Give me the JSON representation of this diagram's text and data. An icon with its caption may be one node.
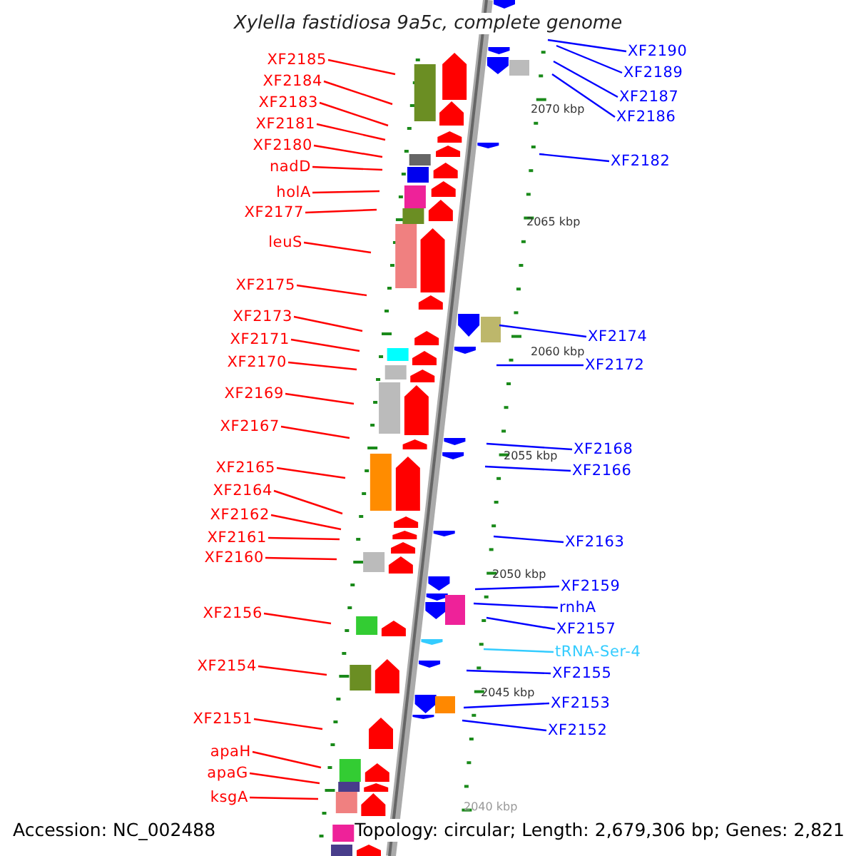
{
  "diagram": {
    "title": "Xylella fastidiosa 9a5c, complete genome",
    "nodes": [
      {
        "text": [
          "XF2185"
        ]
      },
      {
        "text": [
          "XF2184"
        ]
      },
      {
        "text": [
          "XF2183"
        ]
      },
      {
        "text": [
          "XF2181"
        ]
      },
      {
        "text": [
          "XF2180"
        ]
      },
      {
        "text": [
          "nadD"
        ]
      },
      {
        "text": [
          "holA"
        ]
      },
      {
        "text": [
          "XF2177"
        ]
      },
      {
        "text": [
          "leuS"
        ]
      },
      {
        "text": [
          "XF2175"
        ]
      },
      {
        "text": [
          "XF2173"
        ]
      },
      {
        "text": [
          "XF2171"
        ]
      },
      {
        "text": [
          "XF2170"
        ]
      },
      {
        "text": [
          "XF2169"
        ]
      },
      {
        "text": [
          "XF2167"
        ]
      },
      {
        "text": [
          "XF2165"
        ]
      },
      {
        "text": [
          "XF2164"
        ]
      },
      {
        "text": [
          "XF2162"
        ]
      },
      {
        "text": [
          "XF2161"
        ]
      },
      {
        "text": [
          "XF2160"
        ]
      },
      {
        "text": [
          "XF2156"
        ]
      },
      {
        "text": [
          "XF2154"
        ]
      },
      {
        "text": [
          "XF2151"
        ]
      },
      {
        "text": [
          "apaH"
        ]
      },
      {
        "text": [
          "apaG"
        ]
      },
      {
        "text": [
          "ksgA"
        ]
      },
      {
        "text": [
          "XF2190"
        ]
      },
      {
        "text": [
          "XF2189"
        ]
      },
      {
        "text": [
          "XF2187"
        ]
      },
      {
        "text": [
          "XF2186"
        ]
      },
      {
        "text": [
          "XF2182"
        ]
      },
      {
        "text": [
          "XF2174"
        ]
      },
      {
        "text": [
          "XF2172"
        ]
      },
      {
        "text": [
          "XF2168"
        ]
      },
      {
        "text": [
          "XF2166"
        ]
      },
      {
        "text": [
          "XF2163"
        ]
      },
      {
        "text": [
          "XF2159"
        ]
      },
      {
        "text": [
          "rnhA"
        ]
      },
      {
        "text": [
          "XF2157"
        ]
      },
      {
        "text": [
          "tRNA-Ser-4"
        ]
      },
      {
        "text": [
          "XF2155"
        ]
      },
      {
        "text": [
          "XF2153"
        ]
      },
      {
        "text": [
          "XF2152"
        ]
      }
    ],
    "edges": [
      {
        "from": 0,
        "to": null,
        "arrow": "none"
      },
      {
        "from": 1,
        "to": null,
        "arrow": "none"
      },
      {
        "from": 2,
        "to": null,
        "arrow": "none"
      },
      {
        "from": 3,
        "to": null,
        "arrow": "none"
      },
      {
        "from": 4,
        "to": null,
        "arrow": "none"
      },
      {
        "from": 5,
        "to": null,
        "arrow": "none"
      },
      {
        "from": 6,
        "to": null,
        "arrow": "none"
      },
      {
        "from": 7,
        "to": null,
        "arrow": "none"
      },
      {
        "from": 8,
        "to": null,
        "arrow": "none"
      },
      {
        "from": 9,
        "to": null,
        "arrow": "none"
      },
      {
        "from": 10,
        "to": null,
        "arrow": "none"
      },
      {
        "from": 11,
        "to": null,
        "arrow": "none"
      },
      {
        "from": 12,
        "to": null,
        "arrow": "none"
      },
      {
        "from": 13,
        "to": null,
        "arrow": "none"
      },
      {
        "from": 14,
        "to": null,
        "arrow": "none"
      },
      {
        "from": 15,
        "to": null,
        "arrow": "none"
      },
      {
        "from": 16,
        "to": null,
        "arrow": "none"
      },
      {
        "from": 17,
        "to": null,
        "arrow": "none"
      },
      {
        "from": 18,
        "to": null,
        "arrow": "none"
      },
      {
        "from": 19,
        "to": null,
        "arrow": "none"
      },
      {
        "from": 20,
        "to": null,
        "arrow": "none"
      },
      {
        "from": 21,
        "to": null,
        "arrow": "none"
      },
      {
        "from": 22,
        "to": null,
        "arrow": "none"
      },
      {
        "from": 23,
        "to": null,
        "arrow": "none"
      },
      {
        "from": 24,
        "to": null,
        "arrow": "none"
      },
      {
        "from": 25,
        "to": null,
        "arrow": "none"
      },
      {
        "from": 26,
        "to": null,
        "arrow": "none",
        "color": "#0000ff"
      },
      {
        "from": 27,
        "to": null,
        "arrow": "none",
        "color": "#0000ff"
      },
      {
        "from": 28,
        "to": null,
        "arrow": "none",
        "color": "#0000ff"
      },
      {
        "from": 29,
        "to": null,
        "arrow": "none",
        "color": "#0000ff"
      },
      {
        "from": 30,
        "to": null,
        "arrow": "none",
        "color": "#0000ff"
      },
      {
        "from": 31,
        "to": null,
        "arrow": "none",
        "color": "#0000ff"
      },
      {
        "from": 32,
        "to": null,
        "arrow": "none",
        "color": "#0000ff"
      },
      {
        "from": 33,
        "to": null,
        "arrow": "none",
        "color": "#0000ff"
      },
      {
        "from": 34,
        "to": null,
        "arrow": "none",
        "color": "#0000ff"
      },
      {
        "from": 35,
        "to": null,
        "arrow": "none",
        "color": "#0000ff"
      },
      {
        "from": 36,
        "to": null,
        "arrow": "none",
        "color": "#0000ff"
      },
      {
        "from": 37,
        "to": null,
        "arrow": "none",
        "color": "#0000ff"
      },
      {
        "from": 38,
        "to": null,
        "arrow": "none",
        "color": "#0000ff"
      },
      {
        "from": 39,
        "to": null,
        "arrow": "none",
        "color": "#33ccff"
      },
      {
        "from": 40,
        "to": null,
        "arrow": "none",
        "color": "#0000ff"
      },
      {
        "from": 41,
        "to": null,
        "arrow": "none",
        "color": "#0000ff"
      },
      {
        "from": 42,
        "to": null,
        "arrow": "none",
        "color": "#0000ff"
      }
    ],
    "labels": [
      "2070 kbp",
      "2065 kbp",
      "2060 kbp",
      "2055 kbp",
      "2050 kbp",
      "2045 kbp",
      "2040 kbp",
      "Accession: NC_002488",
      "Topology: circular; Length: 2,679,306 bp; Genes: 2,821"
    ]
  }
}
